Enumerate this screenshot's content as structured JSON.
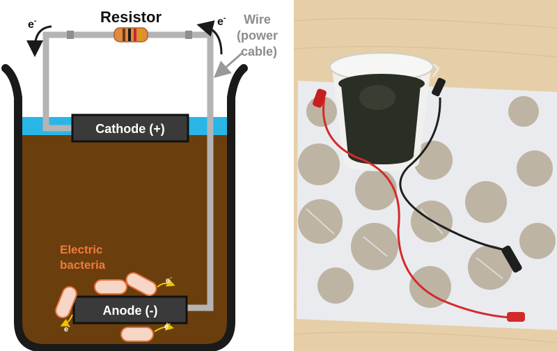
{
  "diagram": {
    "resistor_label": "Resistor",
    "wire_label_lines": [
      "Wire",
      "(power",
      "cable)"
    ],
    "electron_label": "e",
    "electron_sup": "-",
    "cathode_label": "Cathode (+)",
    "anode_label": "Anode (-)",
    "bacteria_label_lines": [
      "Electric",
      "bacteria"
    ],
    "colors": {
      "soil": "#6b3f0d",
      "water": "#29b6e6",
      "beaker_outline": "#1a1a1a",
      "wire": "#b4b4b4",
      "electrode": "#3a3a3a",
      "bacteria_fill": "#f6d6c6",
      "bacteria_stroke": "#e8703a",
      "bacteria_text": "#f07a3c",
      "electron_arrow_small": "#f2c400"
    }
  },
  "photo": {
    "description_icons": [
      "cup-of-soil",
      "patterned-cloth",
      "red-clip-lead",
      "black-clip-lead"
    ],
    "colors": {
      "table": "#e6cfa8",
      "cloth": "#e9ebef",
      "circle_pattern": "#b6ab96",
      "soil_in_cup": "#2a2f25",
      "red_lead": "#d42a2a",
      "black_lead": "#1e1e1e"
    }
  }
}
